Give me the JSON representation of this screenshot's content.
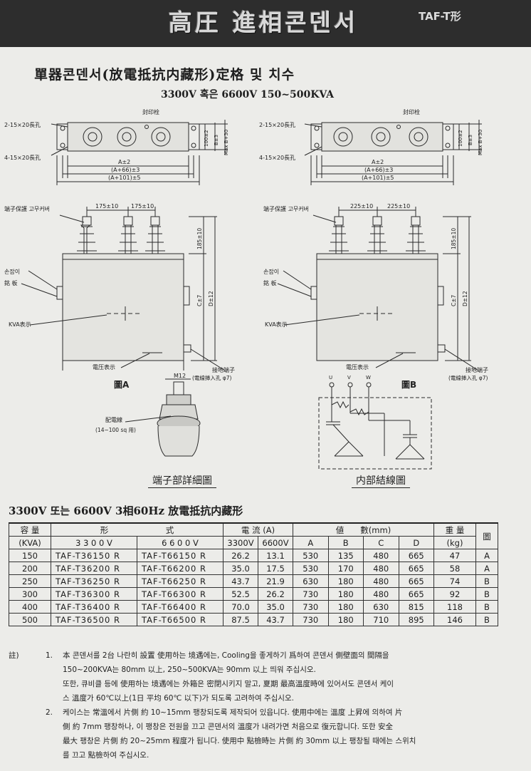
{
  "header": {
    "title": "高圧 進相콘덴서",
    "model": "TAF-T形"
  },
  "main_title": "單器콘덴서(放電抵抗内藏形)定格 및 치수",
  "sub_title": "3300V 혹은 6600V 150~500KVA",
  "drawing": {
    "top_view_labels": {
      "slot_2": "2-15×20長孔",
      "slot_4": "4-15×20長孔",
      "seal": "封印栓",
      "dim_a": "A±2",
      "dim_a66": "(A+66)±3",
      "dim_a101": "(A+101)±5",
      "dim_100": "100±2",
      "dim_b": "B±3",
      "dim_bmax": "Max B+30"
    },
    "front_view_labels": {
      "terminal_cover": "端子保護 고무커버",
      "spacing_a": "175±10",
      "spacing_b": "225±10",
      "handle": "손잡이",
      "nameplate": "銘 板",
      "kva": "KVA表示",
      "voltage": "電压表示",
      "ground": "接地端子",
      "ground_wire": "(電線挿入孔 φ7)",
      "dim_185": "185±10",
      "dim_c": "C±7",
      "dim_d": "D±12"
    },
    "figure_a": "圖A",
    "figure_b": "圖B",
    "terminal_detail": {
      "bolt": "M12",
      "cable": "配電線",
      "cable_range": "(14~100 sq 用)",
      "caption": "端子部詳細圖"
    },
    "wiring": {
      "u": "U",
      "v": "V",
      "w": "W",
      "caption": "内部結線圖"
    }
  },
  "table_title": "3300V 또는 6600V 3相60Hz 放電抵抗内藏形",
  "table": {
    "headers": {
      "capacity": "容 量",
      "capacity_unit": "(KVA)",
      "type": "形　　　　　　　式",
      "type_3300": "3 3 0 0 V",
      "type_6600": "6 6 0 0 V",
      "current": "電 流 (A)",
      "current_3300": "3300V",
      "current_6600": "6600V",
      "dims": "値　　數(mm)",
      "a": "A",
      "b": "B",
      "c": "C",
      "d": "D",
      "weight": "重 量",
      "weight_unit": "(kg)",
      "figure": "圖"
    },
    "rows": [
      {
        "kva": "150",
        "m3300": "TAF-T36150 R",
        "m6600": "TAF-T66150 R",
        "i3300": "26.2",
        "i6600": "13.1",
        "a": "530",
        "b": "135",
        "c": "480",
        "d": "665",
        "kg": "47",
        "fig": "A"
      },
      {
        "kva": "200",
        "m3300": "TAF-T36200 R",
        "m6600": "TAF-T66200 R",
        "i3300": "35.0",
        "i6600": "17.5",
        "a": "530",
        "b": "170",
        "c": "480",
        "d": "665",
        "kg": "58",
        "fig": "A"
      },
      {
        "kva": "250",
        "m3300": "TAF-T36250 R",
        "m6600": "TAF-T66250 R",
        "i3300": "43.7",
        "i6600": "21.9",
        "a": "630",
        "b": "180",
        "c": "480",
        "d": "665",
        "kg": "74",
        "fig": "B"
      },
      {
        "kva": "300",
        "m3300": "TAF-T36300 R",
        "m6600": "TAF-T66300 R",
        "i3300": "52.5",
        "i6600": "26.2",
        "a": "730",
        "b": "180",
        "c": "480",
        "d": "665",
        "kg": "92",
        "fig": "B"
      },
      {
        "kva": "400",
        "m3300": "TAF-T36400 R",
        "m6600": "TAF-T66400 R",
        "i3300": "70.0",
        "i6600": "35.0",
        "a": "730",
        "b": "180",
        "c": "630",
        "d": "815",
        "kg": "118",
        "fig": "B"
      },
      {
        "kva": "500",
        "m3300": "TAF-T36500 R",
        "m6600": "TAF-T66500 R",
        "i3300": "87.5",
        "i6600": "43.7",
        "a": "730",
        "b": "180",
        "c": "710",
        "d": "895",
        "kg": "146",
        "fig": "B"
      }
    ]
  },
  "notes": {
    "label": "註)",
    "n1_num": "1.",
    "n1_l1": "本 콘덴서를 2台 나란히 設置 使用하는 境遇에는, Cooling을 좋게하기 爲하여 콘덴서 側壁面의 間隔을",
    "n1_l2": "150~200KVA는 80mm 以上, 250~500KVA는 90mm 以上 띄워 주십시오.",
    "n1_l3": "또한, 큐비클 등에 使用하는 境遇에는 外箱은 密閉시키지 말고, 夏期 最高溫度時에 있어서도 콘덴서 케이",
    "n1_l4": "스 溫度가 60℃以上(1日 平均 60℃ 以下)가 되도록 고려하여 주십시오.",
    "n2_num": "2.",
    "n2_l1": "케이스는 常溫에서 片側 約 10~15mm 팽창되도록 제작되어 있읍니다. 使用中에는 溫度 上昇에 의하여 片",
    "n2_l2": "側 約 7mm 팽창하나, 이 팽창은 전원을 끄고 콘덴서의 溫度가 내려가면 처음으로 復元합니다. 또한 安全",
    "n2_l3": "最大 팽창은 片側 約 20~25mm 程度가 됩니다. 使用中 點檢時는 片側 約 30mm 以上 팽창될 때에는 스위치",
    "n2_l4": "를 끄고 點檢하여 주십시오."
  }
}
